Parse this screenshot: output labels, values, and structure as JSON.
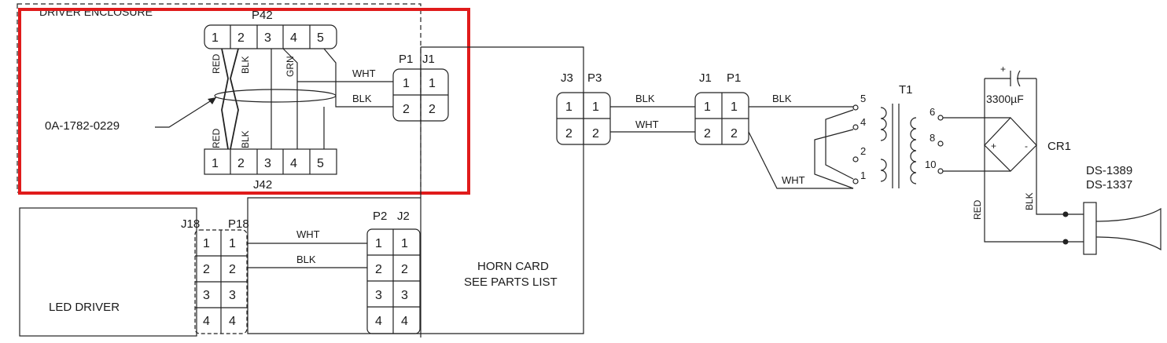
{
  "labels": {
    "driver_enclosure": "DRIVER ENCLOSURE",
    "p42": "P42",
    "j42": "J42",
    "p1": "P1",
    "j1": "J1",
    "j18": "J18",
    "p18": "P18",
    "p2": "P2",
    "j2": "J2",
    "j3": "J3",
    "p3": "P3",
    "j1b": "J1",
    "p1b": "P1",
    "t1": "T1",
    "cr1": "CR1",
    "cap": "3300µF",
    "plus": "+",
    "ds1": "DS-1389",
    "ds2": "DS-1337",
    "part": "0A-1782-0229",
    "led_driver": "LED DRIVER",
    "horn1": "HORN CARD",
    "horn2": "SEE PARTS LIST",
    "tap5": "5",
    "tap4": "4",
    "tap2": "2",
    "tap1": "1",
    "sec6": "6",
    "sec8": "8",
    "sec10": "10",
    "diode_plus": "+",
    "diode_minus": "-",
    "tilde": "~"
  },
  "wires": {
    "red": "RED",
    "blk": "BLK",
    "grn": "GRN",
    "wht": "WHT"
  },
  "pins": {
    "p42": [
      "1",
      "2",
      "3",
      "4",
      "5"
    ],
    "j42": [
      "1",
      "2",
      "3",
      "4",
      "5"
    ],
    "p1j1": [
      "1",
      "1",
      "2",
      "2"
    ],
    "j18p18": [
      "1",
      "1",
      "2",
      "2",
      "3",
      "3",
      "4",
      "4"
    ],
    "p2j2": [
      "1",
      "1",
      "2",
      "2",
      "3",
      "3",
      "4",
      "4"
    ],
    "j3p3": [
      "1",
      "1",
      "2",
      "2"
    ],
    "j1p1": [
      "1",
      "1",
      "2",
      "2"
    ]
  },
  "colors": {
    "highlight": "#e01b1b",
    "line": "#222222"
  }
}
